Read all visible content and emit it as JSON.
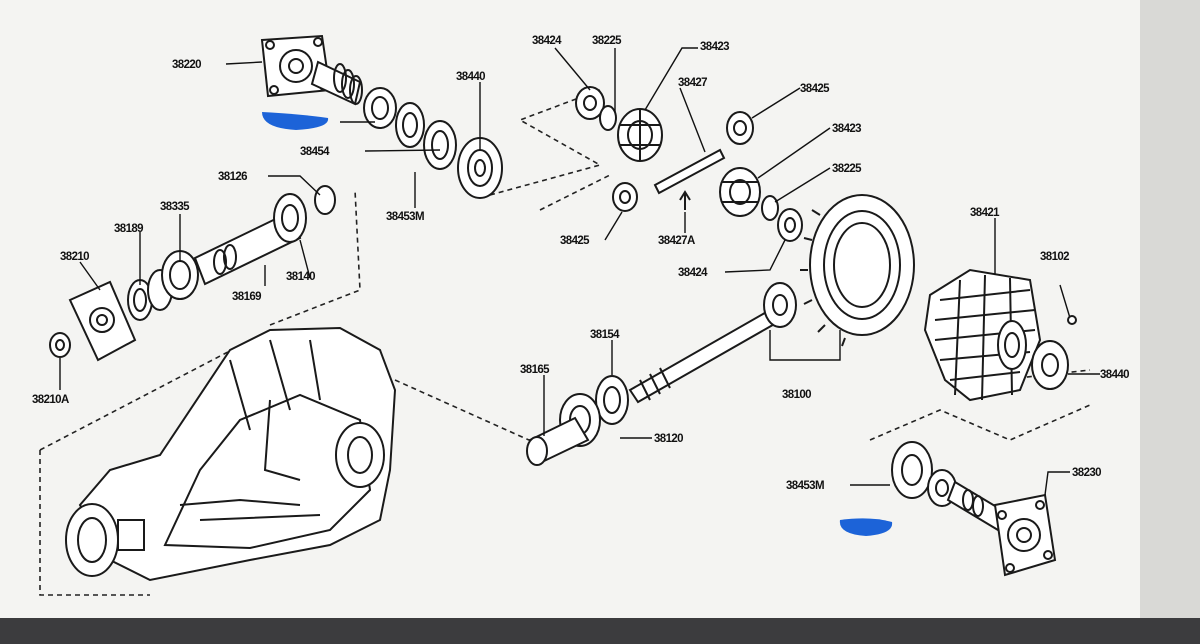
{
  "colors": {
    "paper": "#f4f4f2",
    "ink": "#1a1a1a",
    "redaction": "#1c63d8",
    "screen_frame": "#5a5a5c"
  },
  "labels": {
    "p38220": "38220",
    "p38454": "38454",
    "p38453M_top": "38453M",
    "p38440_top": "38440",
    "p38126": "38126",
    "p38335": "38335",
    "p38189": "38189",
    "p38210": "38210",
    "p38140": "38140",
    "p38169": "38169",
    "p38210A": "38210A",
    "p38424_top": "38424",
    "p38225_top": "38225",
    "p38423": "38423",
    "p38427": "38427",
    "p38425_right": "38425",
    "p38423_b": "38423",
    "p38225_right": "38225",
    "p38425_left": "38425",
    "p38427A": "38427A",
    "p38424_mid": "38424",
    "p38421": "38421",
    "p38102": "38102",
    "p38154": "38154",
    "p38165": "38165",
    "p38100": "38100",
    "p38440_right": "38440",
    "p38120": "38120",
    "p38453M_bottom": "38453M",
    "p38230": "38230"
  }
}
